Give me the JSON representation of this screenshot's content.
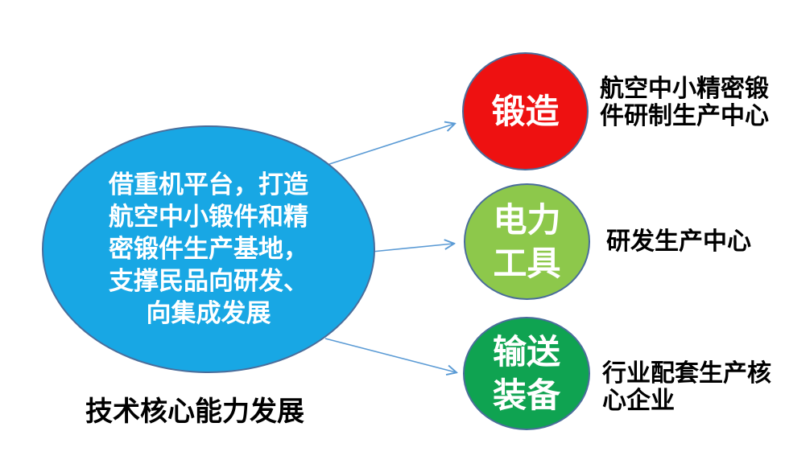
{
  "diagram": {
    "caption": "技术核心能力发展",
    "main_ellipse": {
      "text": "借重机平台，打造\n航空中小锻件和精\n密锻件生产基地，\n支撑民品向研发、\n向集成发展",
      "fill": "#18a7e4"
    },
    "nodes": [
      {
        "label": "锻造",
        "description": "航空中小精密锻\n件研制生产中心",
        "fill": "#ee1111"
      },
      {
        "label": "电力\n工具",
        "description": "研发生产中心",
        "fill": "#8dc84b"
      },
      {
        "label": "输送\n装备",
        "description": "行业配套生产核\n心企业",
        "fill": "#0fa351"
      }
    ],
    "colors": {
      "arrow": "#5b9bd5",
      "shape_border": "#4a6d9b",
      "node_text": "#ffffff",
      "label_text": "#000000",
      "background": "#ffffff"
    }
  }
}
